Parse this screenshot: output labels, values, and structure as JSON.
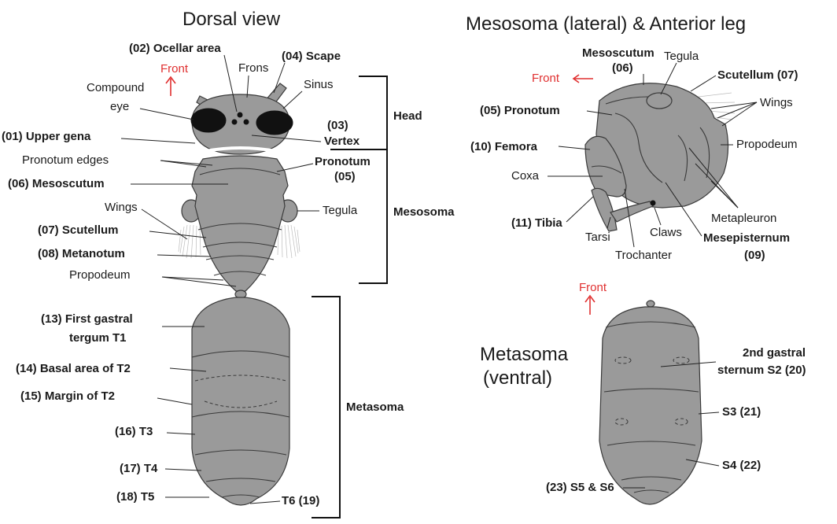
{
  "dorsal": {
    "title": "Dorsal view",
    "front": "Front",
    "labels": {
      "ocellar": "(02) Ocellar area",
      "frons": "Frons",
      "scape": "(04) Scape",
      "compound_eye_1": "Compound",
      "compound_eye_2": "eye",
      "sinus": "Sinus",
      "upper_gena": "(01) Upper gena",
      "vertex_num": "(03)",
      "vertex": "Vertex",
      "pronotum_edges": "Pronotum edges",
      "pronotum": "Pronotum",
      "pronotum_num": "(05)",
      "mesoscutum": "(06) Mesoscutum",
      "wings": "Wings",
      "tegula": "Tegula",
      "scutellum": "(07) Scutellum",
      "metanotum": "(08) Metanotum",
      "propodeum": "Propodeum",
      "t1_a": "(13) First gastral",
      "t1_b": "tergum T1",
      "basal_t2": "(14) Basal area of T2",
      "margin_t2": "(15) Margin of T2",
      "t3": "(16) T3",
      "t4": "(17) T4",
      "t5": "(18) T5",
      "t6": "T6 (19)"
    },
    "brackets": {
      "head": "Head",
      "mesosoma": "Mesosoma",
      "metasoma": "Metasoma"
    }
  },
  "lateral": {
    "title": "Mesosoma (lateral) & Anterior leg",
    "front": "Front",
    "labels": {
      "mesoscutum": "Mesoscutum",
      "mesoscutum_num": "(06)",
      "tegula": "Tegula",
      "scutellum": "Scutellum (07)",
      "wings": "Wings",
      "pronotum": "(05) Pronotum",
      "femora": "(10) Femora",
      "propodeum": "Propodeum",
      "coxa": "Coxa",
      "tibia": "(11) Tibia",
      "tarsi": "Tarsi",
      "claws": "Claws",
      "trochanter": "Trochanter",
      "metapleuron": "Metapleuron",
      "mesepisternum": "Mesepisternum",
      "mesepisternum_num": "(09)"
    }
  },
  "ventral": {
    "front": "Front",
    "title_1": "Metasoma",
    "title_2": "(ventral)",
    "labels": {
      "s2_a": "2nd gastral",
      "s2_b": "sternum S2 (20)",
      "s3": "S3 (21)",
      "s4": "S4 (22)",
      "s5s6": "(23) S5 & S6"
    }
  },
  "colors": {
    "body": "#9a9a9a",
    "outline": "#3a3a3a",
    "front_arrow": "#e03030",
    "eyes": "#111111"
  }
}
